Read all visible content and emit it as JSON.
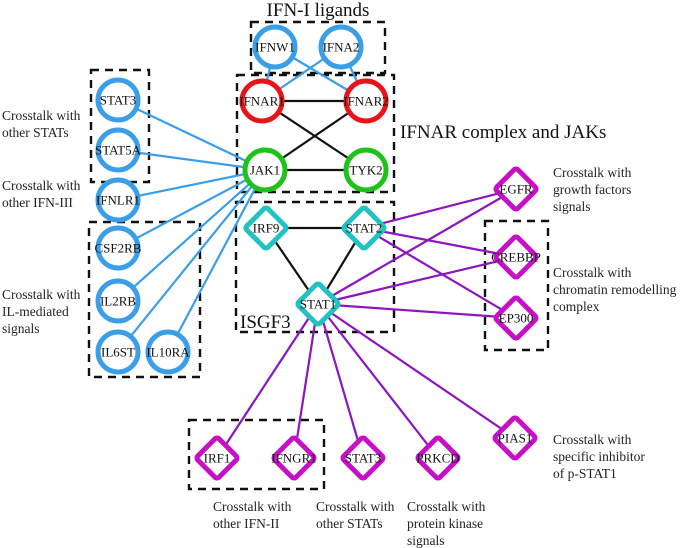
{
  "colors": {
    "blue_node": "#3a9ee8",
    "red_node": "#e8141a",
    "green_node": "#1fc21a",
    "cyan_node": "#20c2c2",
    "magenta_node": "#c60fc6",
    "blue_edge": "#3a9ee8",
    "black_edge": "#111111",
    "purple_edge": "#8e14c0"
  },
  "nodes": [
    {
      "id": "IFNW1",
      "label": "IFNW1",
      "shape": "circle",
      "color": "blue"
    },
    {
      "id": "IFNA2",
      "label": "IFNA2",
      "shape": "circle",
      "color": "blue"
    },
    {
      "id": "IFNAR1",
      "label": "IFNAR1",
      "shape": "circle",
      "color": "red"
    },
    {
      "id": "IFNAR2",
      "label": "IFNAR2",
      "shape": "circle",
      "color": "red"
    },
    {
      "id": "JAK1",
      "label": "JAK1",
      "shape": "circle",
      "color": "green"
    },
    {
      "id": "TYK2",
      "label": "TYK2",
      "shape": "circle",
      "color": "green"
    },
    {
      "id": "STAT3_L",
      "label": "STAT3",
      "shape": "circle",
      "color": "blue"
    },
    {
      "id": "STAT5A",
      "label": "STAT5A",
      "shape": "circle",
      "color": "blue"
    },
    {
      "id": "IFNLR1",
      "label": "IFNLR1",
      "shape": "circle",
      "color": "blue"
    },
    {
      "id": "CSF2RB",
      "label": "CSF2RB",
      "shape": "circle",
      "color": "blue"
    },
    {
      "id": "IL2RB",
      "label": "IL2RB",
      "shape": "circle",
      "color": "blue"
    },
    {
      "id": "IL6ST",
      "label": "IL6ST",
      "shape": "circle",
      "color": "blue"
    },
    {
      "id": "IL10RA",
      "label": "IL10RA",
      "shape": "circle",
      "color": "blue"
    },
    {
      "id": "IRF9",
      "label": "IRF9",
      "shape": "diamond",
      "color": "cyan"
    },
    {
      "id": "STAT2",
      "label": "STAT2",
      "shape": "diamond",
      "color": "cyan"
    },
    {
      "id": "STAT1",
      "label": "STAT1",
      "shape": "diamond",
      "color": "cyan"
    },
    {
      "id": "EGFR",
      "label": "EGFR",
      "shape": "diamond",
      "color": "magenta"
    },
    {
      "id": "CREBBP",
      "label": "CREBBP",
      "shape": "diamond",
      "color": "magenta"
    },
    {
      "id": "EP300",
      "label": "EP300",
      "shape": "diamond",
      "color": "magenta"
    },
    {
      "id": "IRF1",
      "label": "IRF1",
      "shape": "diamond",
      "color": "magenta"
    },
    {
      "id": "IFNGR1",
      "label": "IFNGR1",
      "shape": "diamond",
      "color": "magenta"
    },
    {
      "id": "STAT3_B",
      "label": "STAT3",
      "shape": "diamond",
      "color": "magenta"
    },
    {
      "id": "PRKCD",
      "label": "PRKCD",
      "shape": "diamond",
      "color": "magenta"
    },
    {
      "id": "PIAS1",
      "label": "PIAS1",
      "shape": "diamond",
      "color": "magenta"
    }
  ],
  "edges": [
    {
      "from": "IFNW1",
      "to": "IFNAR1",
      "color": "blue"
    },
    {
      "from": "IFNW1",
      "to": "IFNAR2",
      "color": "blue"
    },
    {
      "from": "IFNA2",
      "to": "IFNAR1",
      "color": "blue"
    },
    {
      "from": "IFNA2",
      "to": "IFNAR2",
      "color": "blue"
    },
    {
      "from": "JAK1",
      "to": "STAT3_L",
      "color": "blue"
    },
    {
      "from": "JAK1",
      "to": "STAT5A",
      "color": "blue"
    },
    {
      "from": "JAK1",
      "to": "IFNLR1",
      "color": "blue"
    },
    {
      "from": "JAK1",
      "to": "CSF2RB",
      "color": "blue"
    },
    {
      "from": "JAK1",
      "to": "IL2RB",
      "color": "blue"
    },
    {
      "from": "JAK1",
      "to": "IL6ST",
      "color": "blue"
    },
    {
      "from": "JAK1",
      "to": "IL10RA",
      "color": "blue"
    },
    {
      "from": "IFNAR1",
      "to": "IFNAR2",
      "color": "black"
    },
    {
      "from": "IFNAR1",
      "to": "TYK2",
      "color": "black"
    },
    {
      "from": "IFNAR2",
      "to": "JAK1",
      "color": "black"
    },
    {
      "from": "JAK1",
      "to": "TYK2",
      "color": "black"
    },
    {
      "from": "IRF9",
      "to": "STAT2",
      "color": "black"
    },
    {
      "from": "IRF9",
      "to": "STAT1",
      "color": "black"
    },
    {
      "from": "STAT2",
      "to": "STAT1",
      "color": "black"
    },
    {
      "from": "STAT2",
      "to": "EGFR",
      "color": "purple"
    },
    {
      "from": "STAT2",
      "to": "CREBBP",
      "color": "purple"
    },
    {
      "from": "STAT2",
      "to": "EP300",
      "color": "purple"
    },
    {
      "from": "STAT1",
      "to": "EGFR",
      "color": "purple"
    },
    {
      "from": "STAT1",
      "to": "CREBBP",
      "color": "purple"
    },
    {
      "from": "STAT1",
      "to": "EP300",
      "color": "purple"
    },
    {
      "from": "STAT1",
      "to": "IRF1",
      "color": "purple"
    },
    {
      "from": "STAT1",
      "to": "IFNGR1",
      "color": "purple"
    },
    {
      "from": "STAT1",
      "to": "STAT3_B",
      "color": "purple"
    },
    {
      "from": "STAT1",
      "to": "PRKCD",
      "color": "purple"
    },
    {
      "from": "STAT1",
      "to": "PIAS1",
      "color": "purple"
    }
  ],
  "groups": {
    "ifn_i_ligands": "IFN-I ligands",
    "ifnar_complex": "IFNAR complex and JAKs",
    "isgf3": "ISGF3"
  },
  "annotations": {
    "other_stats_left": [
      "Crosstalk with",
      "other STATs"
    ],
    "other_ifn_iii": [
      "Crosstalk with",
      "other IFN-III"
    ],
    "il_mediated": [
      "Crosstalk with",
      "IL-mediated",
      "signals"
    ],
    "growth_factors": [
      "Crosstalk with",
      "growth factors",
      "signals"
    ],
    "chromatin": [
      "Crosstalk with",
      "chromatin remodelling",
      "complex"
    ],
    "other_ifn_ii": [
      "Crosstalk with",
      "other IFN-II"
    ],
    "other_stats_bottom": [
      "Crosstalk with",
      "other STATs"
    ],
    "protein_kinase": [
      "Crosstalk with",
      "protein kinase",
      "signals"
    ],
    "pias": [
      "Crosstalk with",
      "specific inhibitor",
      "of p-STAT1"
    ]
  }
}
